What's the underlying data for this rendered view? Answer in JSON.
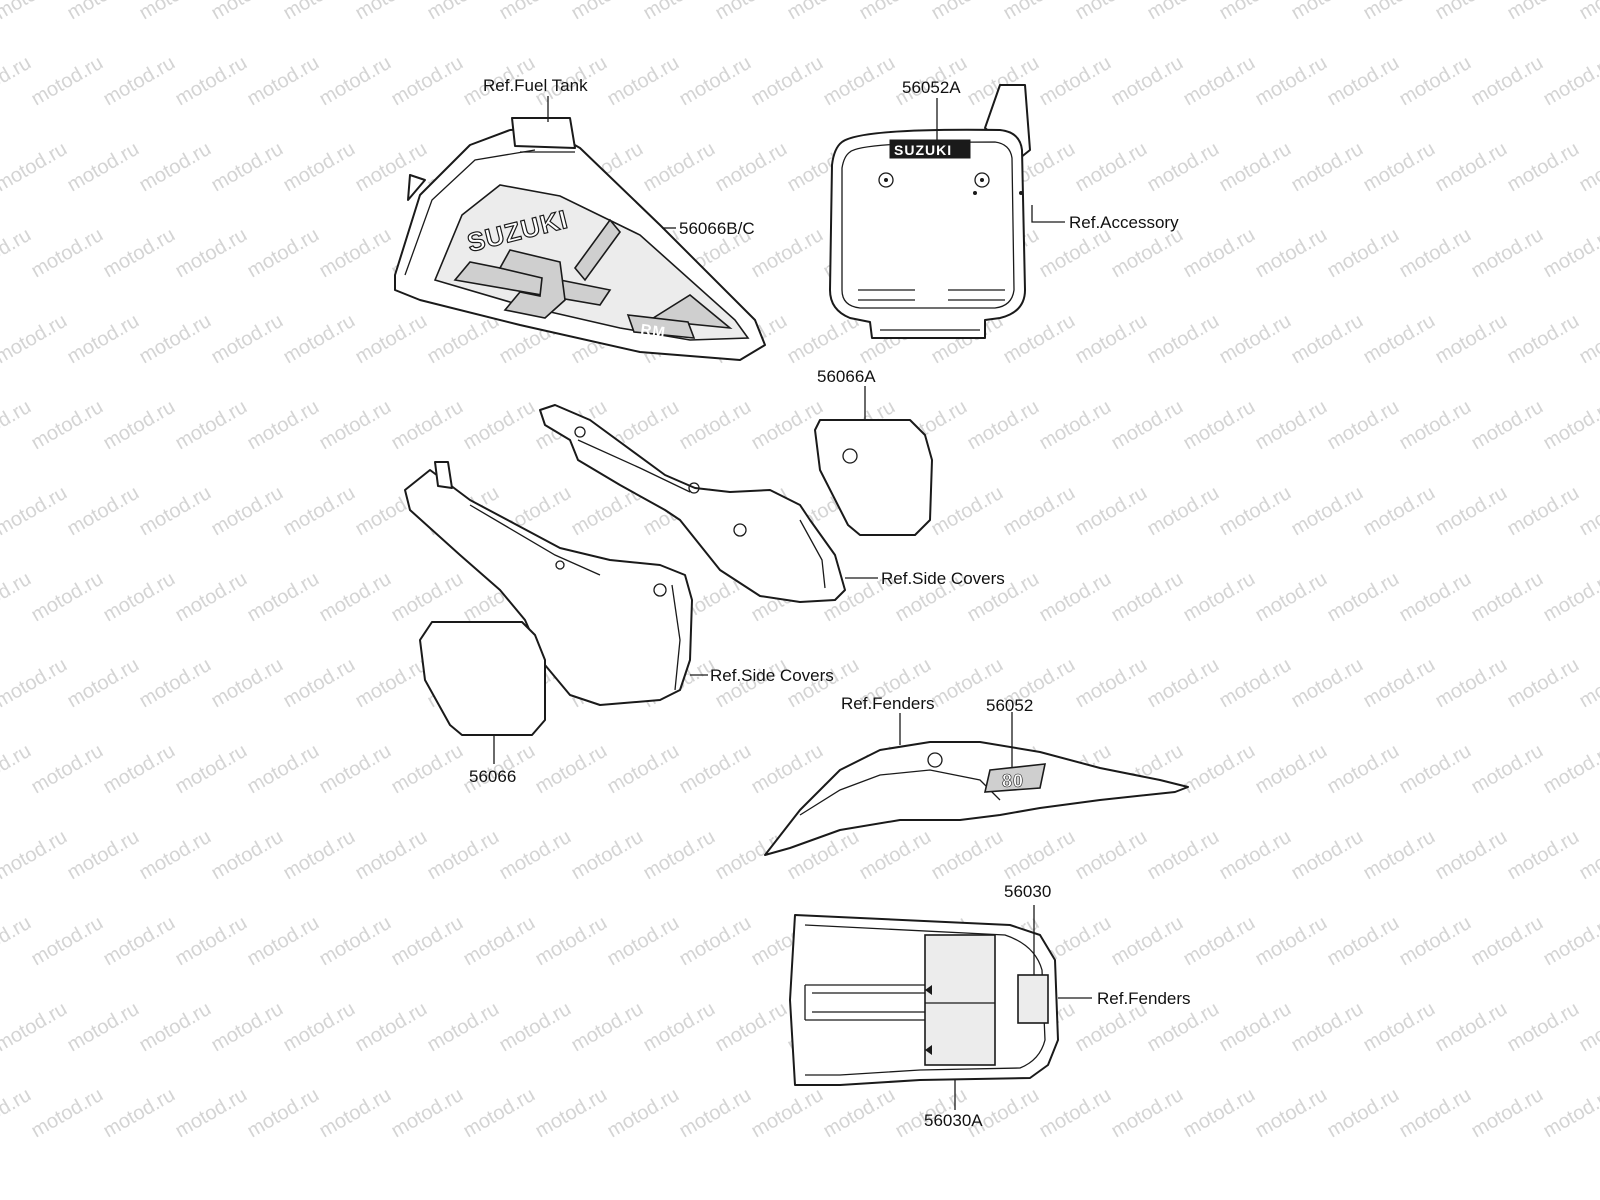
{
  "watermark": {
    "text": "motod.ru",
    "color": "#d4d4d4"
  },
  "decal_text": {
    "tank_logo": "SUZUKI",
    "plate_logo": "SUZUKI",
    "tank_model": "RM",
    "fender_number": "80"
  },
  "labels": {
    "ref_fuel_tank": "Ref.Fuel Tank",
    "p56066bc": "56066B/C",
    "p56052a": "56052A",
    "ref_accessory": "Ref.Accessory",
    "p56066a": "56066A",
    "ref_side_covers_right": "Ref.Side Covers",
    "ref_side_covers_left": "Ref.Side Covers",
    "p56066": "56066",
    "ref_fenders_front": "Ref.Fenders",
    "p56052": "56052",
    "p56030": "56030",
    "ref_fenders_rear": "Ref.Fenders",
    "p56030a": "56030A"
  }
}
